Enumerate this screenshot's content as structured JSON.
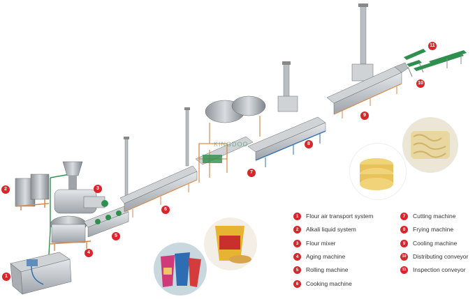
{
  "colors": {
    "marker": "#d8262b",
    "machine_grey": "#b9bec3",
    "frame_orange": "#d98a4a",
    "motor_green": "#2f8f4e"
  },
  "markers": [
    "1",
    "2",
    "3",
    "4",
    "5",
    "6",
    "7",
    "8",
    "9",
    "10",
    "11"
  ],
  "legend": [
    {
      "num": "1",
      "label": "Flour air transport system"
    },
    {
      "num": "2",
      "label": "Alkali liquid system"
    },
    {
      "num": "3",
      "label": "Flour mixer"
    },
    {
      "num": "4",
      "label": "Aging machine"
    },
    {
      "num": "5",
      "label": "Rolling machine"
    },
    {
      "num": "6",
      "label": "Cooking machine"
    },
    {
      "num": "7",
      "label": "Cutting machine"
    },
    {
      "num": "8",
      "label": "Frying machine"
    },
    {
      "num": "9",
      "label": "Cooling machine"
    },
    {
      "num": "10",
      "label": "Distributing conveyor"
    },
    {
      "num": "11",
      "label": "Inspection conveyor"
    }
  ],
  "watermark": "KINGDOO",
  "photos": [
    "noodle-cups-photo",
    "noodle-cup-package-photo",
    "noodle-cakes-photo",
    "dried-noodle-block-photo"
  ]
}
